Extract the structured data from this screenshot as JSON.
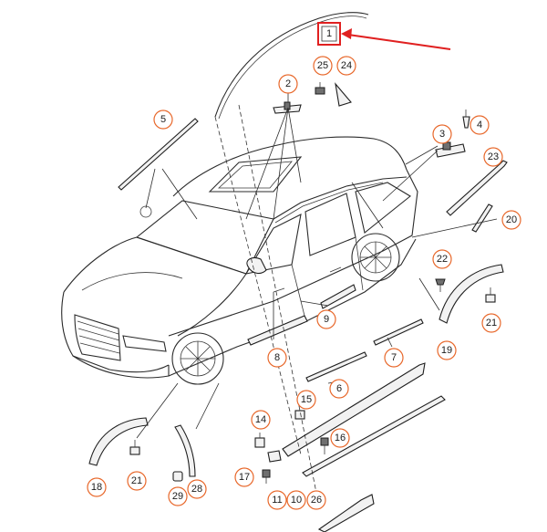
{
  "highlight": {
    "label": "1",
    "box_color": "#e02020",
    "arrow_color": "#e02020"
  },
  "callout_color": "#e8682b",
  "callouts": [
    {
      "id": "2",
      "label": "2"
    },
    {
      "id": "3",
      "label": "3"
    },
    {
      "id": "4",
      "label": "4"
    },
    {
      "id": "5",
      "label": "5"
    },
    {
      "id": "6",
      "label": "6"
    },
    {
      "id": "7",
      "label": "7"
    },
    {
      "id": "8",
      "label": "8"
    },
    {
      "id": "9",
      "label": "9"
    },
    {
      "id": "10",
      "label": "10"
    },
    {
      "id": "11",
      "label": "11"
    },
    {
      "id": "14",
      "label": "14"
    },
    {
      "id": "15",
      "label": "15"
    },
    {
      "id": "16",
      "label": "16"
    },
    {
      "id": "17",
      "label": "17"
    },
    {
      "id": "18",
      "label": "18"
    },
    {
      "id": "19",
      "label": "19"
    },
    {
      "id": "20",
      "label": "20"
    },
    {
      "id": "21a",
      "label": "21"
    },
    {
      "id": "21b",
      "label": "21"
    },
    {
      "id": "22",
      "label": "22"
    },
    {
      "id": "23",
      "label": "23"
    },
    {
      "id": "24",
      "label": "24"
    },
    {
      "id": "25",
      "label": "25"
    },
    {
      "id": "26",
      "label": "26"
    },
    {
      "id": "28",
      "label": "28"
    },
    {
      "id": "29",
      "label": "29"
    }
  ]
}
